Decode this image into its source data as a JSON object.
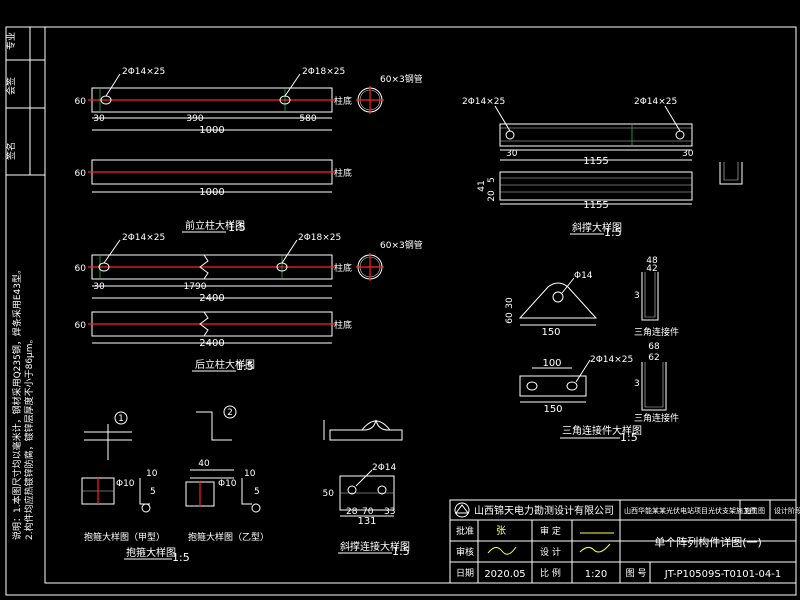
{
  "drawing": {
    "colors": {
      "background": "#000000",
      "linework": "#ffffff",
      "centerline": "#ff2020",
      "hidden": "#2fbf4f",
      "leader": "#ffff40"
    },
    "views": {
      "front_post": {
        "title": "前立柱大样图",
        "scale": "1:5",
        "upper": {
          "hole_left": "2Φ14×25",
          "hole_right": "2Φ18×25",
          "height": "60",
          "dims": [
            "30",
            "390",
            "580"
          ],
          "total": "1000",
          "pipe": "60×3钢管",
          "end_tag": "柱底"
        },
        "lower": {
          "height": "60",
          "total": "1000",
          "end_tag": "柱底"
        }
      },
      "rear_post": {
        "title": "后立柱大样图",
        "scale": "1:5",
        "upper": {
          "hole_left": "2Φ14×25",
          "hole_right": "2Φ18×25",
          "height": "60",
          "dims": [
            "30",
            "1790"
          ],
          "total": "2400",
          "pipe": "60×3钢管",
          "end_tag": "柱底"
        },
        "lower": {
          "height": "60",
          "total": "2400",
          "end_tag": "柱底"
        }
      },
      "brace": {
        "title": "斜撑大样图",
        "scale": "1:5",
        "hole_left": "2Φ14×25",
        "hole_right": "2Φ14×25",
        "dims": [
          "30",
          "30"
        ],
        "total_upper": "1155",
        "total_lower": "1155",
        "side_dims": [
          "41",
          "20",
          "5"
        ]
      },
      "triangle_connector": {
        "title": "三角连接件大样图",
        "scale": "1:5",
        "plate_hole": "Φ14",
        "plate_dims": {
          "h": "60",
          "r": "30",
          "w": "150"
        },
        "bar_hole": "2Φ14×25",
        "bar_dims": {
          "spacing": "100",
          "w": "150"
        },
        "angle_a": {
          "top": "48",
          "inner": "42",
          "side": "3",
          "caption": "三角连接件"
        },
        "angle_b": {
          "top": "68",
          "inner": "62",
          "side": "3",
          "caption": "三角连接件"
        }
      },
      "clamp": {
        "title": "抱箍大样图",
        "scale": "1:5",
        "left_caption": "抱箍大样图（甲型）",
        "right_caption": "抱箍大样图（乙型）",
        "left_dims": [
          "10",
          "5",
          "Φ10"
        ],
        "right_dims": [
          "40",
          "10",
          "5",
          "Φ10"
        ],
        "markers": [
          "1",
          "2"
        ]
      },
      "brace_connector": {
        "title": "斜撑连接大样图",
        "scale": "1:5",
        "hole": "2Φ14",
        "dims": {
          "h": "50",
          "a": "28",
          "b": "70",
          "c": "33",
          "w": "131"
        }
      }
    },
    "notes": [
      "说明：1.本图尺寸均以毫米计，钢材采用Q235钢，焊条采用E43型。",
      "2.构件均应热镀锌防腐，镀锌层厚度不小于86μm。"
    ],
    "left_strip": [
      "专业",
      "会签",
      "签名"
    ]
  },
  "title_block": {
    "company": "山西锦天电力勘测设计有限公司",
    "project": "山西华能某某光伏电站项目光伏支架施工图",
    "stage": "施工图",
    "stage_extra": "设计阶段",
    "rows": [
      {
        "label": "批准",
        "sign": "张",
        "label2": "审 定",
        "sign2": ""
      },
      {
        "label": "审核",
        "sign": "",
        "label2": "设 计",
        "sign2": ""
      },
      {
        "label": "日期",
        "sign": "",
        "label2": "比 例",
        "sign2": ""
      }
    ],
    "date": "2020.05",
    "scale": "1:20",
    "drawing_title": "单个阵列构件详图(一)",
    "drawing_no_label": "图 号",
    "drawing_no": "JT-P10509S-T0101-04-1"
  }
}
